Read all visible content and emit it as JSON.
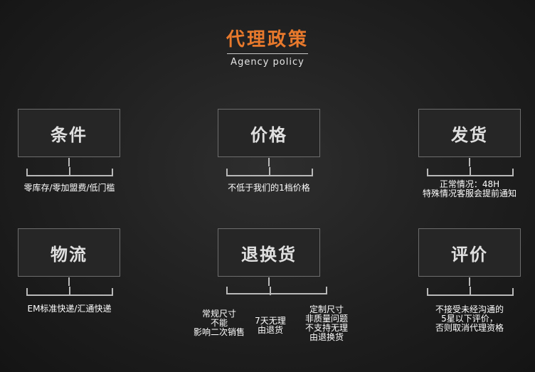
{
  "header": {
    "title": "代理政策",
    "subtitle": "Agency policy"
  },
  "cards": [
    {
      "label": "条件",
      "desc": [
        "零库存/零加盟费/低门槛"
      ]
    },
    {
      "label": "价格",
      "desc": [
        "不低于我们的1档价格"
      ]
    },
    {
      "label": "发货",
      "desc": [
        "正常情况：48H",
        "特殊情况客服会提前通知"
      ]
    },
    {
      "label": "物流",
      "desc": [
        "EM标准快递/汇通快递"
      ]
    },
    {
      "label": "退换货",
      "groups": [
        [
          "常规尺寸",
          "不能",
          "影响二次销售"
        ],
        [
          "7天无理",
          "由退货"
        ],
        [
          "定制尺寸",
          "非质量问题",
          "不支持无理",
          "由退换货"
        ]
      ]
    },
    {
      "label": "评价",
      "desc": [
        "不接受未经沟通的",
        "5星以下评价，",
        "否则取消代理资格"
      ]
    }
  ]
}
